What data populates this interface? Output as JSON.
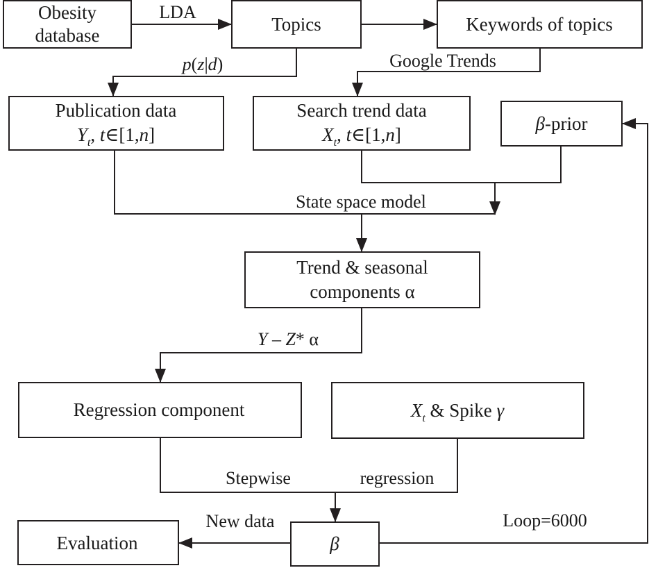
{
  "nodes": {
    "obesity_database": [
      "Obesity",
      "database"
    ],
    "topics": "Topics",
    "keywords_of_topics": "Keywords of topics",
    "publication_data": {
      "title": "Publication data",
      "var": "Y",
      "sub": "t",
      "cond_var": "t",
      "in": "∈",
      "interval_open": "[1,",
      "interval_end": "n",
      "interval_close": "]"
    },
    "search_trend_data": {
      "title": "Search trend data",
      "var": "X",
      "sub": "t",
      "cond_var": "t",
      "in": "∈",
      "interval_open": "[1,",
      "interval_end": "n",
      "interval_close": "]"
    },
    "beta_prior": {
      "symbol": "β",
      "text": "-prior"
    },
    "trend_seasonal": [
      "Trend & seasonal",
      "components α"
    ],
    "regression_component": "Regression component",
    "xt_spike": {
      "var": "X",
      "sub": "t",
      "text": " & Spike ",
      "gamma": "γ"
    },
    "beta": "β",
    "evaluation": "Evaluation"
  },
  "labels": {
    "lda": "LDA",
    "pzd": {
      "p": "p",
      "open": "(",
      "z": "z",
      "bar": "|",
      "d": "d",
      "close": ")"
    },
    "google_trends": "Google Trends",
    "state_space_model": "State space model",
    "residual": {
      "y": "Y",
      "minus": " – ",
      "z": "Z",
      "star_alpha": "* α"
    },
    "stepwise": "Stepwise",
    "regression": "regression",
    "new_data": "New data",
    "loop": "Loop=6000"
  }
}
